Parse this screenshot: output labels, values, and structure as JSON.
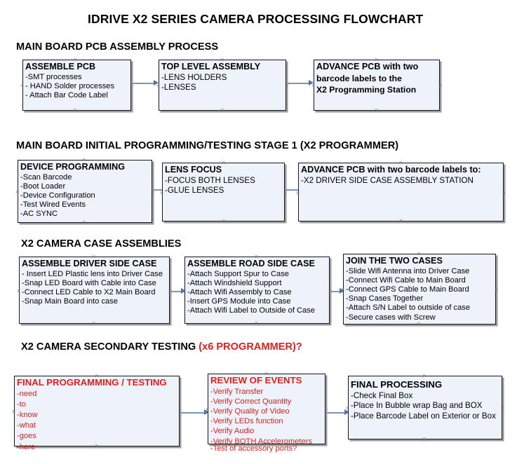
{
  "document": {
    "title": "IDRIVE X2  SERIES CAMERA PROCESSING FLOWCHART",
    "accent_red": "#e02020",
    "box_fill": "#eef2fa",
    "box_border": "#17181a",
    "arrow_color": "#7e96b5"
  },
  "sections": [
    {
      "id": "main-board-pcb-assembly",
      "heading": "MAIN BOARD PCB ASSEMBLY PROCESS",
      "heading_red": "",
      "boxes": [
        {
          "id": "assemble-pcb",
          "header": "ASSEMBLE PCB",
          "items": [
            "-SMT processes",
            "- HAND Solder processes",
            "- Attach Bar Code Label"
          ]
        },
        {
          "id": "top-level-assembly",
          "header": "TOP LEVEL ASSEMBLY",
          "items": [
            "-LENS HOLDERS",
            "-LENSES"
          ]
        },
        {
          "id": "advance-pcb-programming-station",
          "header": "ADVANCE PCB with two",
          "items": [
            "barcode labels to the",
            " X2 Programming Station"
          ]
        }
      ]
    },
    {
      "id": "main-board-initial-programming",
      "heading": "MAIN BOARD INITIAL PROGRAMMING/TESTING STAGE 1 (X2 PROGRAMMER)",
      "heading_red": "",
      "boxes": [
        {
          "id": "device-programming",
          "header": "DEVICE PROGRAMMING",
          "items": [
            "-Scan Barcode",
            "-Boot Loader",
            "-Device Configuration",
            "-Test Wired Events",
            "-AC SYNC"
          ]
        },
        {
          "id": "lens-focus",
          "header": "LENS FOCUS",
          "items": [
            "-FOCUS BOTH LENSES",
            "-GLUE LENSES"
          ]
        },
        {
          "id": "advance-pcb-driver-side-case",
          "header": "ADVANCE PCB with two barcode labels to:",
          "items": [
            "-X2 DRIVER  SIDE  CASE  ASSEMBLY STATION"
          ]
        }
      ]
    },
    {
      "id": "x2-camera-case-assemblies",
      "heading": "X2 CAMERA CASE ASSEMBLIES",
      "heading_red": "",
      "boxes": [
        {
          "id": "assemble-driver-side-case",
          "header": "ASSEMBLE DRIVER SIDE CASE",
          "items": [
            "- Insert LED Plastic lens into Driver Case",
            "-Snap LED Board with Cable into Case",
            "-Connect LED Cable to X2 Main Board",
            "-Snap Main Board into case"
          ]
        },
        {
          "id": "assemble-road-side-case",
          "header": "ASSEMBLE ROAD SIDE CASE",
          "items": [
            "-Attach Support Spur to Case",
            "-Attach Windshield Support",
            "-Attach Wifi Assembly to Case",
            "-Insert GPS Module into Case",
            "-Attach Wifi Label to Outside of Case"
          ]
        },
        {
          "id": "join-the-two-cases",
          "header": "JOIN THE TWO CASES",
          "items": [
            "-Slide Wifi Antenna into Driver Case",
            "-Connect Wifi Cable to Main Board",
            "-Connect GPS Cable to Main Board",
            "-Snap Cases Together",
            "-Attach S/N Label to outside of case",
            "-Secure cases with Screw"
          ]
        }
      ]
    },
    {
      "id": "x2-camera-secondary-testing",
      "heading": "X2 CAMERA SECONDARY TESTING ",
      "heading_red": "(x6 PROGRAMMER)?",
      "boxes": [
        {
          "id": "final-programming-testing",
          "header": "FINAL PROGRAMMING / TESTING",
          "items": [
            "-need",
            "-to",
            "-know",
            "-what",
            "-goes",
            "-here"
          ]
        },
        {
          "id": "review-of-events",
          "header": "REVIEW OF EVENTS",
          "items": [
            "-Verify Transfer",
            "-Verify Correct Quantity",
            "-Verify Quality of Video",
            "-Verify LEDs function",
            "-Verify Audio",
            "-Verify BOTH Accelerometers",
            "-Test of accessory ports?"
          ]
        },
        {
          "id": "final-processing",
          "header": "FINAL PROCESSING",
          "items": [
            " -Check Final Box",
            "-Place In Bubble wrap Bag and BOX",
            "-Place Barcode Label on Exterior or Box"
          ]
        }
      ]
    }
  ],
  "connectors": [
    {
      "id": "conn-1-1",
      "from": "assemble-pcb",
      "to": "top-level-assembly"
    },
    {
      "id": "conn-1-2",
      "from": "top-level-assembly",
      "to": "advance-pcb-programming-station"
    },
    {
      "id": "conn-2-1",
      "from": "device-programming",
      "to": "lens-focus"
    },
    {
      "id": "conn-2-2",
      "from": "lens-focus",
      "to": "advance-pcb-driver-side-case"
    },
    {
      "id": "conn-3-1",
      "from": "assemble-driver-side-case",
      "to": "assemble-road-side-case"
    },
    {
      "id": "conn-3-2",
      "from": "assemble-road-side-case",
      "to": "join-the-two-cases"
    },
    {
      "id": "conn-4-1",
      "from": "final-programming-testing",
      "to": "review-of-events"
    },
    {
      "id": "conn-4-2",
      "from": "review-of-events",
      "to": "final-processing"
    }
  ],
  "anchor_glyph": "×"
}
